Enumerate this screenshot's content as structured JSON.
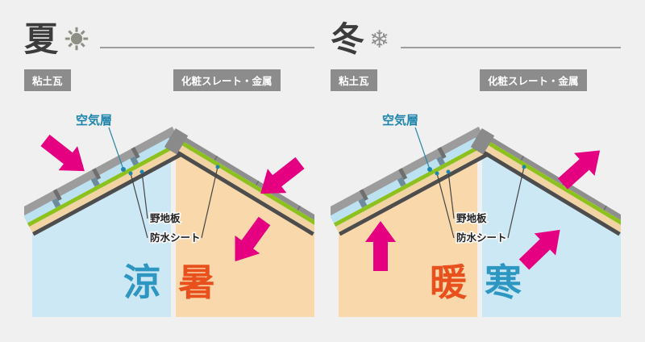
{
  "colors": {
    "page_bg": "#f0f0f0",
    "cool_bg": "#cde8f5",
    "warm_bg": "#f9d9ab",
    "cool_text": "#2d96c1",
    "warm_text": "#e8511d",
    "arrow": "#e50081",
    "badge_bg": "#8c8c8c",
    "badge_text": "#ffffff",
    "air_label": "#1f85ad",
    "tile": "#9c9c9c",
    "slate": "#8f8f8f",
    "sheathing": "#f2d3a3",
    "waterproof": "#8dc21e",
    "air_layer": "#bce2f2",
    "underside": "#4d4d4d",
    "rule": "#9e9e9e"
  },
  "icons": {
    "summer": "sun-icon",
    "winter": "snowflake-icon",
    "snowflake_glyph": "❄"
  },
  "panels": [
    {
      "season": "夏",
      "roof_type_left": "粘土瓦",
      "roof_type_right": "化粧スレート・金属",
      "labels": {
        "air": "空気層",
        "sheathing": "野地板",
        "waterproof": "防水シート"
      },
      "left_char": "涼",
      "right_char": "暑"
    },
    {
      "season": "冬",
      "roof_type_left": "粘土瓦",
      "roof_type_right": "化粧スレート・金属",
      "labels": {
        "air": "空気層",
        "sheathing": "野地板",
        "waterproof": "防水シート"
      },
      "left_char": "暖",
      "right_char": "寒"
    }
  ]
}
